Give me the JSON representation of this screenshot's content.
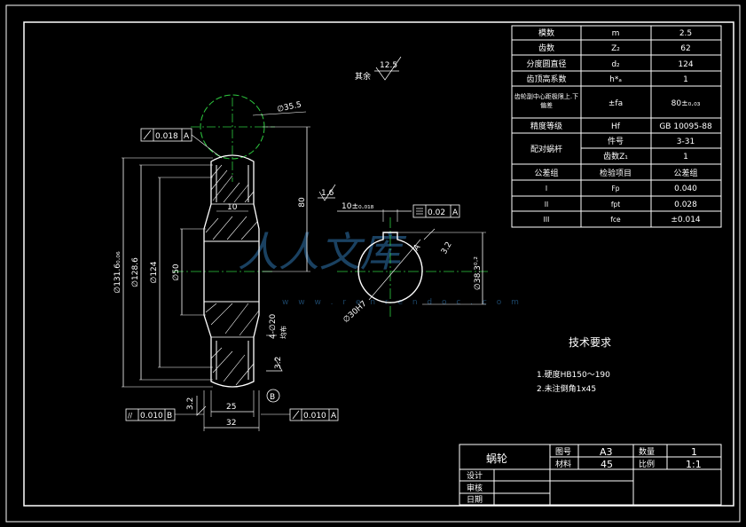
{
  "params": {
    "rows": [
      [
        "模数",
        "m",
        "2.5"
      ],
      [
        "齿数",
        "Z₂",
        "62"
      ],
      [
        "分度圆直径",
        "d₂",
        "124"
      ],
      [
        "齿顶高系数",
        "h*ₐ",
        "1"
      ],
      [
        "齿轮副中心距极限上.下偏差",
        "±fa",
        "80±₀.₀₃"
      ],
      [
        "精度等级",
        "Hf",
        "GB 10095-88"
      ]
    ],
    "mate_label": "配对蜗杆",
    "mate_rows": [
      [
        "件号",
        "3-31"
      ],
      [
        "齿数Z₁",
        "1"
      ]
    ],
    "tol_header": [
      "公差组",
      "检验项目",
      "公差组"
    ],
    "tol_rows": [
      [
        "I",
        "Fp",
        "0.040"
      ],
      [
        "II",
        "fpt",
        "0.028"
      ],
      [
        "III",
        "fce",
        "±0.014"
      ]
    ]
  },
  "tech_req": {
    "title": "技术要求",
    "items": [
      "1.硬度HB150～190",
      "2.未注倒角1x45"
    ]
  },
  "title_block": {
    "part_name": "蜗轮",
    "chart_no_label": "图号",
    "chart_no": "A3",
    "qty_label": "数量",
    "qty": "1",
    "material_label": "材料",
    "material": "45",
    "scale_label": "比例",
    "scale": "1:1",
    "design_label": "设计",
    "review_label": "审核",
    "date_label": "日期"
  },
  "annotations": {
    "surface_rest": "其余",
    "surface_rest_val": "12.5",
    "surface_key": "1.6",
    "surface_a": "3.2",
    "surface_b": "3.2",
    "surface_c": "3.2",
    "runout_a": "0.018",
    "runout_a_ref": "A",
    "parallel_b": "0.010",
    "parallel_b_ref": "B",
    "runout_c": "0.010",
    "runout_c_ref": "A",
    "sym": "0.02",
    "sym_ref": "A",
    "keyway": "10±₀.₀₁₈",
    "dia_throat": "∅35.5",
    "dia_outer": "∅131.6₀.₀₆",
    "dia_root": "∅128.6",
    "dia_pitch": "∅124",
    "dia_hub": "∅50",
    "dia_bore": "∅38.3⁰·²",
    "dia_bore2": "∅30H7",
    "center_dist": "80",
    "web": "10",
    "hole": "4-∅20",
    "hole_sub": "均布",
    "w25": "25",
    "w32": "32",
    "datum_a": "A",
    "datum_b": "B"
  },
  "watermark": {
    "text": "人人文库",
    "url": "w w w . r e n r e n d o c . c o m"
  }
}
